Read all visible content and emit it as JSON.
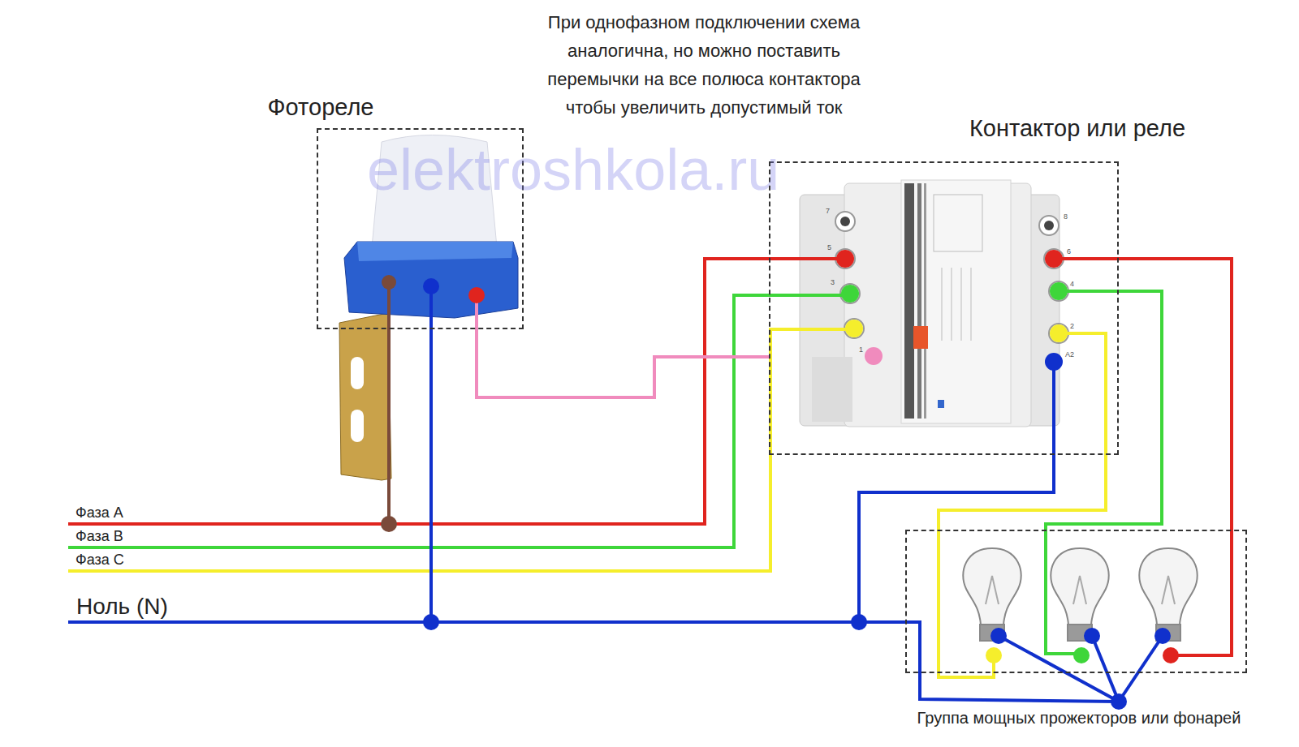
{
  "diagram": {
    "nodes": [
      {
        "text": [
          "Фотореле"
        ]
      },
      {
        "text": [
          "Контактор или реле"
        ]
      },
      {
        "text": [
          "Группа мощных прожекторов или фонарей"
        ]
      }
    ],
    "edges": [
      {
        "from": 0,
        "to": 1,
        "arrow": "none"
      },
      {
        "from": 1,
        "to": 2,
        "arrow": "none"
      },
      {
        "from": 1,
        "to": 2,
        "arrow": "none"
      },
      {
        "from": 1,
        "to": 2,
        "arrow": "none"
      }
    ],
    "labels": [
      "При однофазном подключении схема аналогична, но можно поставить перемычки на все полюса контактора чтобы увеличить допустимый ток",
      "elektroshkola.ru",
      "Фаза А",
      "Фаза В",
      "Фаза С",
      "Ноль (N)",
      "7",
      "5",
      "3",
      "1",
      "8",
      "6",
      "4",
      "2",
      "A2"
    ]
  }
}
